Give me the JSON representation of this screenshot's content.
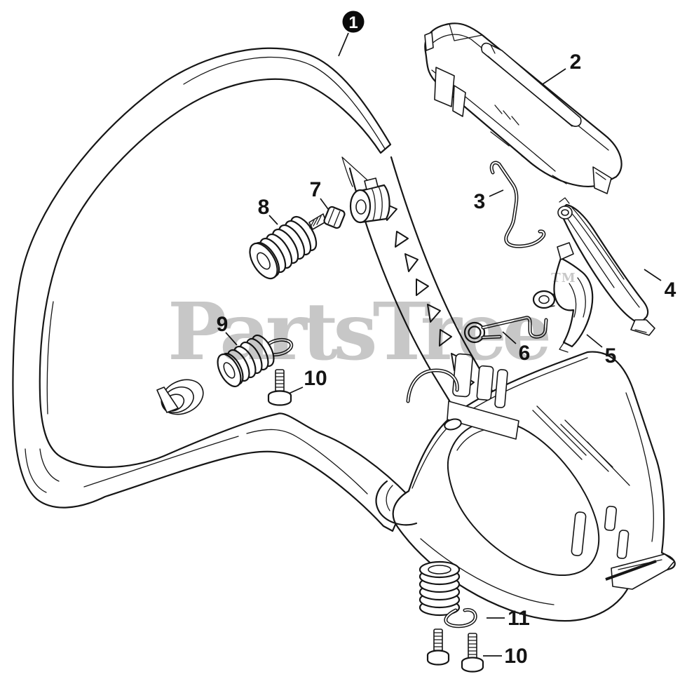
{
  "diagram": {
    "watermark": {
      "text": "PartsTree",
      "tm_symbol": "TM",
      "color": "#c7c7c7"
    },
    "colors": {
      "line": "#161616",
      "background": "#ffffff",
      "badge_bg": "#0a0a0a",
      "badge_text": "#ffffff"
    },
    "callouts": [
      {
        "label": "1"
      },
      {
        "label": "2"
      },
      {
        "label": "3"
      },
      {
        "label": "4"
      },
      {
        "label": "5"
      },
      {
        "label": "6"
      },
      {
        "label": "7"
      },
      {
        "label": "8"
      },
      {
        "label": "9"
      },
      {
        "label": "10"
      },
      {
        "label": "11"
      },
      {
        "label": "10"
      }
    ]
  }
}
